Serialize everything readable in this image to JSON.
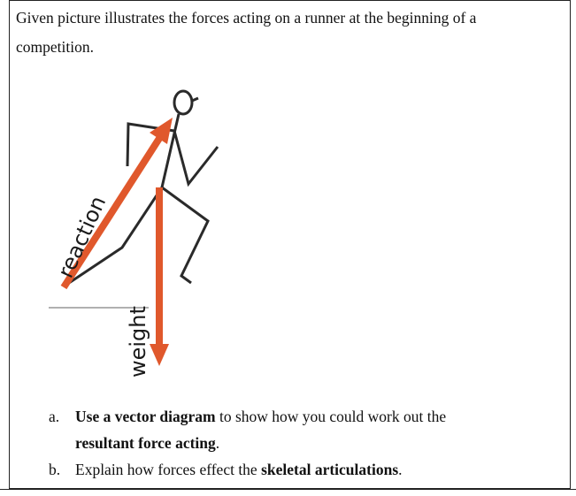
{
  "intro_line1": "Given picture illustrates the forces acting on a runner at the beginning of a",
  "intro_line2": "competition.",
  "figure": {
    "reaction_label": "reaction",
    "weight_label": "weight",
    "arrow_color": "#e0582c",
    "stick_color": "#2a2a2a"
  },
  "questions": [
    {
      "marker": "a.",
      "parts": [
        "Use a vector diagram",
        " to show how you could work out the",
        "resultant force acting",
        "."
      ]
    },
    {
      "marker": "b.",
      "parts": [
        "Explain how forces effect the ",
        "skeletal articulations",
        "."
      ]
    }
  ]
}
